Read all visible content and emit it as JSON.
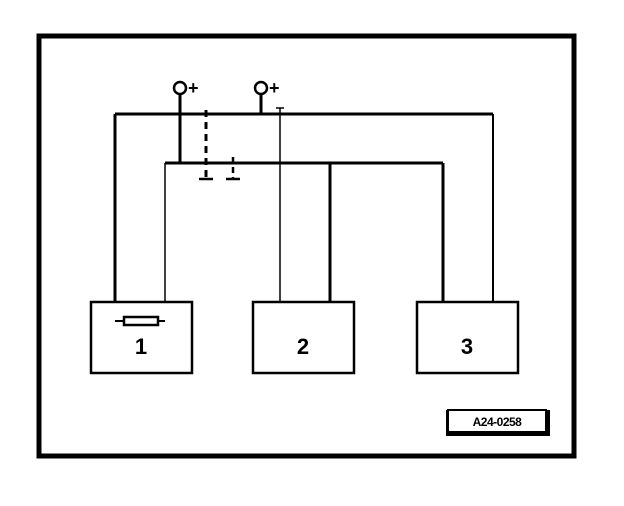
{
  "components": [
    {
      "id": "1",
      "label": "1"
    },
    {
      "id": "2",
      "label": "2"
    },
    {
      "id": "3",
      "label": "3"
    }
  ],
  "supply_terminals": [
    {
      "id": "plus-1",
      "label": "+"
    },
    {
      "id": "plus-2",
      "label": "+"
    }
  ],
  "reference_code": "A24-0258",
  "colors": {
    "line": "#000000",
    "background": "#ffffff"
  }
}
